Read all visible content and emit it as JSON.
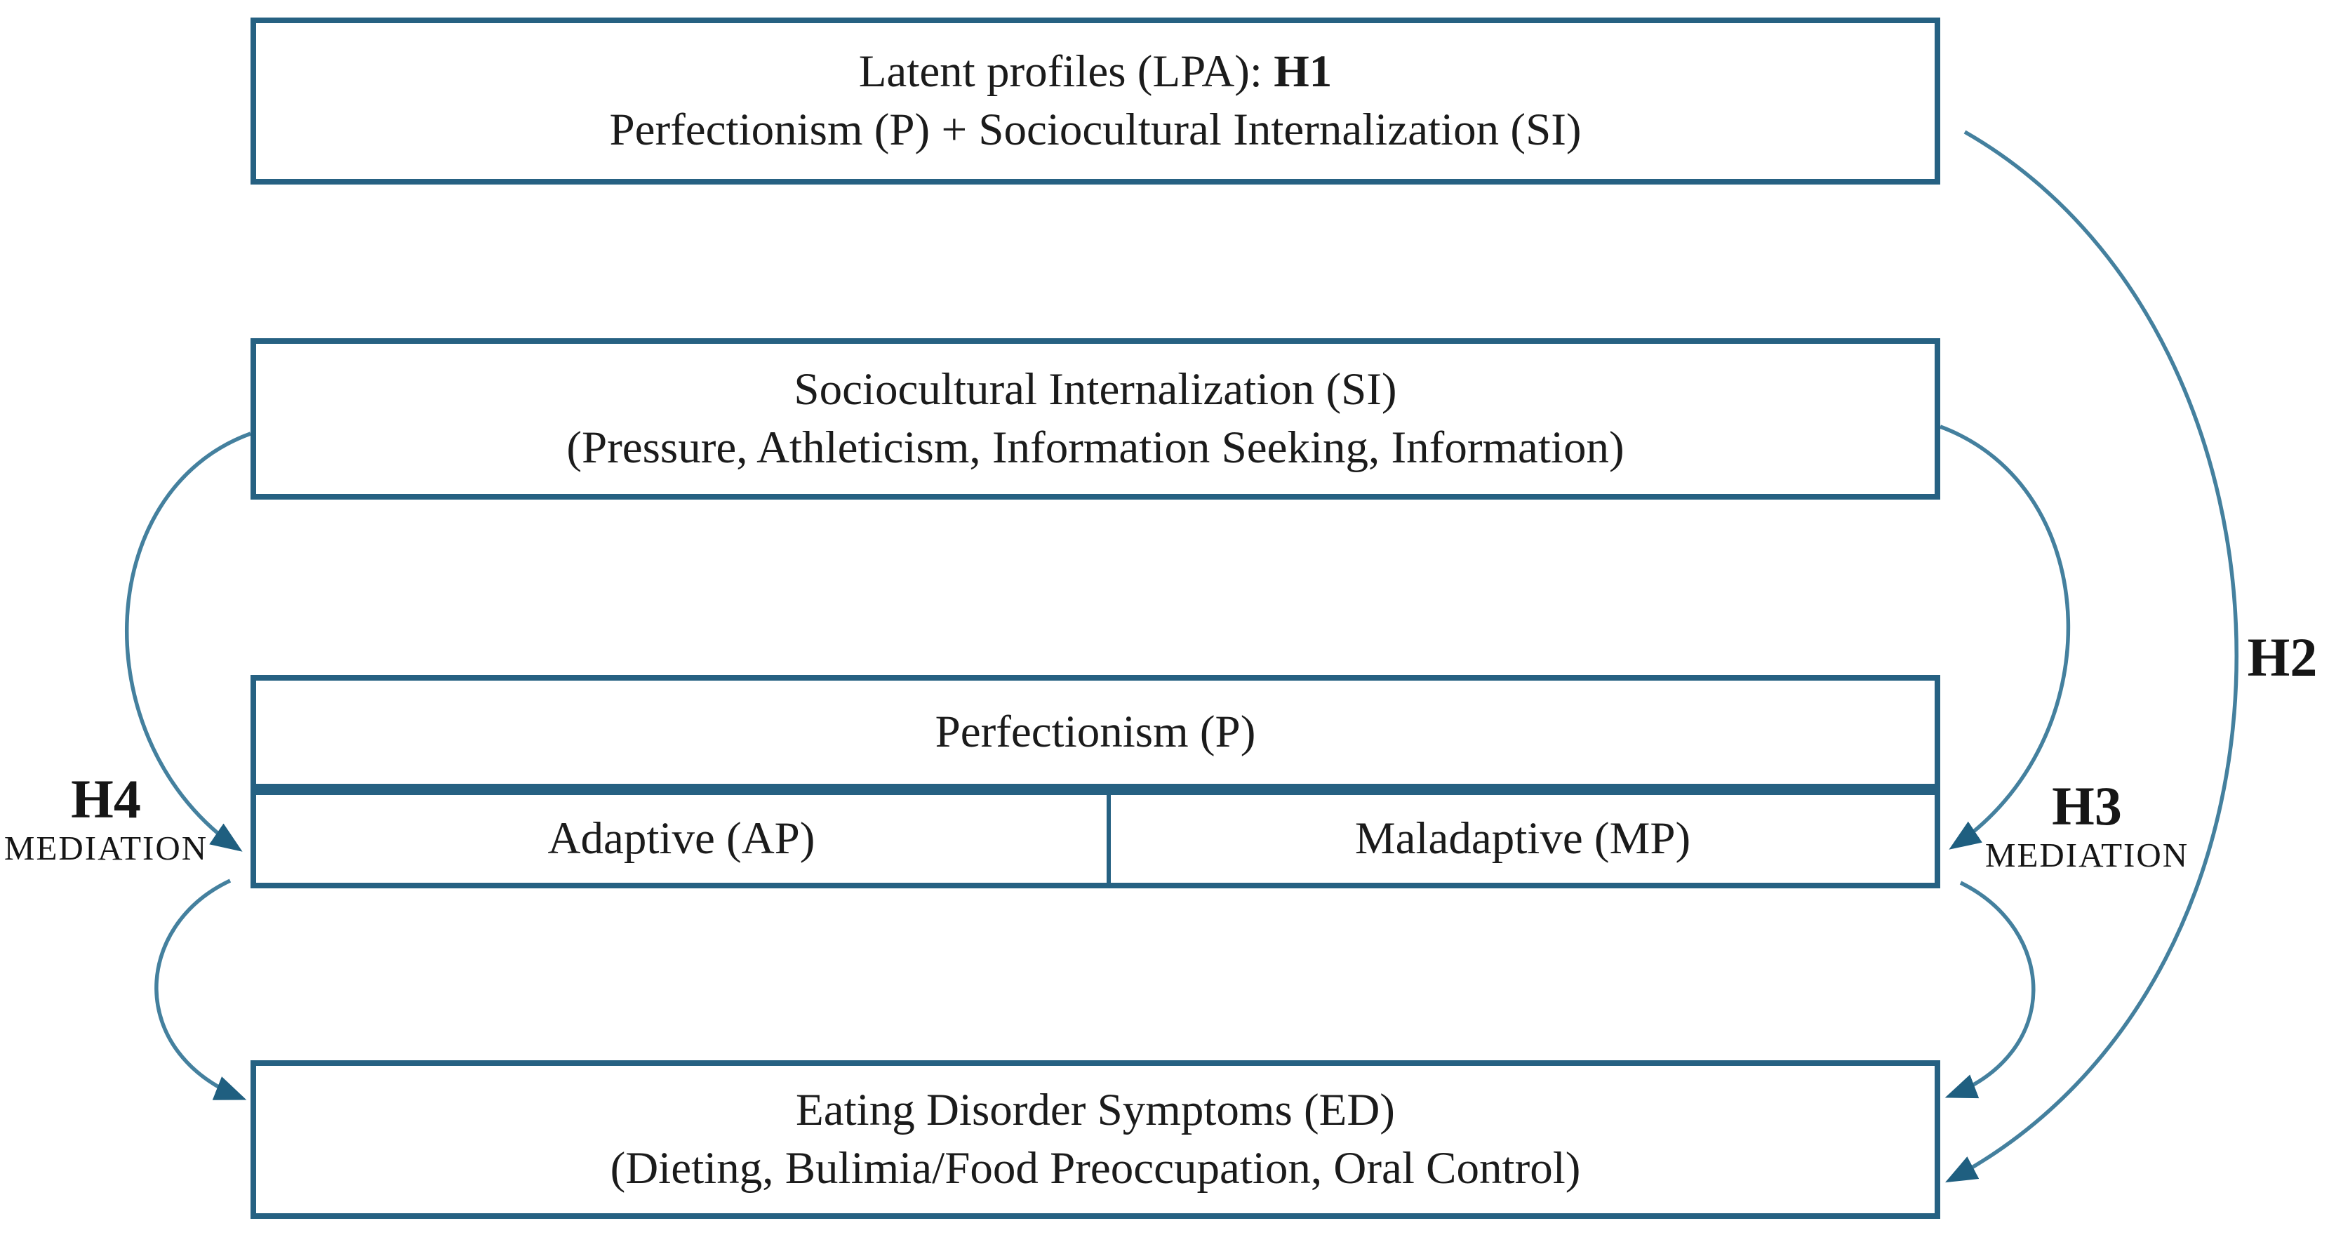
{
  "figure": {
    "boxes": {
      "latent_profiles": {
        "line1_prefix": "Latent profiles (LPA): ",
        "line1_hypothesis": "H1",
        "line2": "Perfectionism (P) + Sociocultural Internalization (SI)"
      },
      "sociocultural": {
        "line1": "Sociocultural Internalization (SI)",
        "line2": "(Pressure, Athleticism, Information Seeking, Information)"
      },
      "perfectionism": {
        "title": "Perfectionism (P)",
        "adaptive": "Adaptive (AP)",
        "maladaptive": "Maladaptive (MP)"
      },
      "eating_disorder": {
        "line1": "Eating Disorder Symptoms (ED)",
        "line2": "(Dieting, Bulimia/Food Preoccupation, Oral Control)"
      }
    },
    "labels": {
      "h2": "H2",
      "h3": "H3",
      "h3_mediation": "MEDIATION",
      "h4": "H4",
      "h4_mediation": "MEDIATION"
    },
    "arrows": [
      {
        "id": "h4-upper",
        "from": "sociocultural-box-left",
        "to": "adaptive-cell-left"
      },
      {
        "id": "h4-lower",
        "from": "adaptive-cell-left",
        "to": "eating-disorder-box-left"
      },
      {
        "id": "h3-upper",
        "from": "sociocultural-box-right",
        "to": "maladaptive-cell-right"
      },
      {
        "id": "h3-lower",
        "from": "maladaptive-cell-right",
        "to": "eating-disorder-box-right"
      },
      {
        "id": "h2",
        "from": "latent-profiles-box-right",
        "to": "eating-disorder-box-right"
      }
    ],
    "colors": {
      "box_border": "#266182",
      "arrow_line": "#44809e",
      "arrowhead": "#1f5f80",
      "text": "#1b1b1b"
    }
  }
}
